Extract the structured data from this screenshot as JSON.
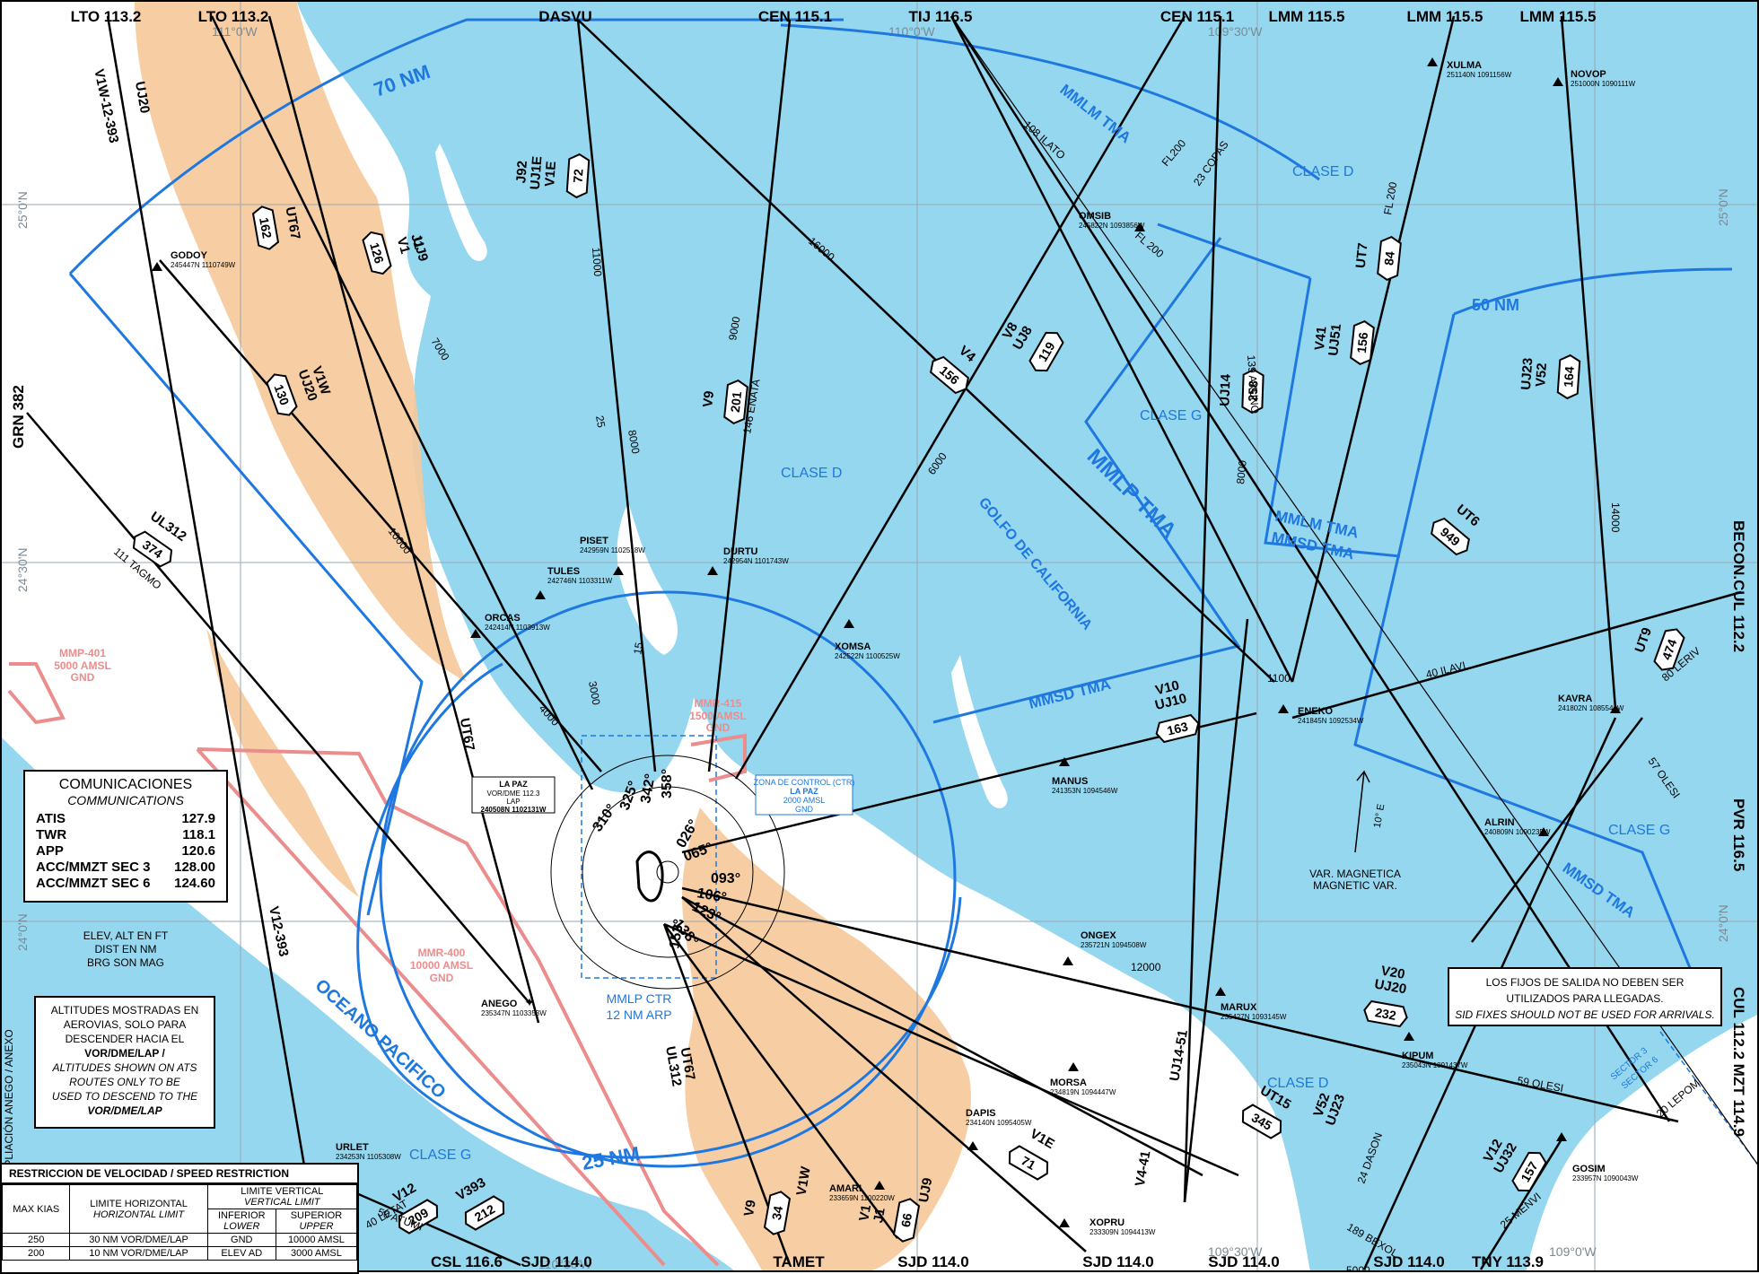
{
  "colors": {
    "water": "#95d7ef",
    "land": "#ffffff",
    "terrain": "#f6c99a",
    "tma": "#1e78e0",
    "airway": "#000000",
    "restricted": "#ec8d8d"
  },
  "navaids_top": [
    "LTO 113.2",
    "LTO 113.2",
    "DASVU",
    "CEN 115.1",
    "TIJ 116.5",
    "CEN 115.1",
    "LMM 115.5",
    "LMM 115.5",
    "LMM 115.5"
  ],
  "navaids_bottom": [
    "CSL 116.6",
    "SJD 114.0",
    "TAMET",
    "SJD 114.0",
    "SJD 114.0",
    "SJD 114.0",
    "SJD 114.0",
    "TNY 113.9"
  ],
  "navaids_right": [
    "BECON.CUL 112.2",
    "PVR 116.5",
    "CUL 112.2  MZT 114.9"
  ],
  "navaids_left": [
    "GRN 382"
  ],
  "coords": {
    "lon1": "111°0'W",
    "lon2": "110°0'W",
    "lon3": "109°30'W",
    "lon4": "110°30'W",
    "lon5": "109°30'W",
    "lon6": "109°0'W",
    "lat1": "25°0'N",
    "lat2": "24°30'N",
    "lat3": "24°0'N",
    "lat4": "25°0'N",
    "lat5": "24°0'N"
  },
  "rings": {
    "r70": "70 NM",
    "r50": "50 NM",
    "r25": "25 NM"
  },
  "airspace": {
    "clase_d": [
      "CLASE D",
      "CLASE D",
      "CLASE D"
    ],
    "clase_g": [
      "CLASE G",
      "CLASE G",
      "CLASE G"
    ],
    "tma": [
      "MMLM TMA",
      "MMLP TMA",
      "MMLM TMA",
      "MMSD TMA",
      "MMSD TMA",
      "MMSD TMA"
    ],
    "ctr": [
      "MMLP CTR",
      "12 NM ARP"
    ],
    "ctr_box": [
      "ZONA DE CONTROL (CTR)",
      "LA PAZ",
      "2000 AMSL",
      "GND"
    ]
  },
  "geo": {
    "gulf": "GOLFO DE CALIFORNIA",
    "ocean": "OCEANO PACIFICO",
    "var_es": "VAR. MAGNETICA",
    "var_en": "MAGNETIC VAR.",
    "var_value": "10° E"
  },
  "restricted": [
    {
      "name": "MMP-401",
      "top": "5000 AMSL",
      "bottom": "GND"
    },
    {
      "name": "MMR-415",
      "top": "1500 AMSL",
      "bottom": "GND"
    },
    {
      "name": "MMR-400",
      "top": "10000 AMSL",
      "bottom": "GND"
    }
  ],
  "vor": {
    "name": "LA PAZ",
    "freq": "VOR/DME 112.3",
    "ident": "LAP",
    "coord": "240508N 1102131W"
  },
  "fixes": [
    {
      "name": "GODOY",
      "coord": "245447N 1110749W"
    },
    {
      "name": "TULES",
      "coord": "242746N 1103311W"
    },
    {
      "name": "PISET",
      "coord": "242959N 1102518W"
    },
    {
      "name": "DURTU",
      "coord": "242954N 1101743W"
    },
    {
      "name": "ORCAS",
      "coord": "242414N 1103913W"
    },
    {
      "name": "XOMSA",
      "coord": "242522N 1100525W"
    },
    {
      "name": "OMSIB",
      "coord": "245822N 1093856W"
    },
    {
      "name": "XULMA",
      "coord": "251140N 1091156W"
    },
    {
      "name": "NOVOP",
      "coord": "251000N 1090111W"
    },
    {
      "name": "ENEKO",
      "coord": "241845N 1092534W"
    },
    {
      "name": "KAVRA",
      "coord": "241802N 1085544W"
    },
    {
      "name": "MANUS",
      "coord": "241353N 1094546W"
    },
    {
      "name": "ALRIN",
      "coord": "240809N 1090235W"
    },
    {
      "name": "ONGEX",
      "coord": "235721N 1094508W"
    },
    {
      "name": "MARUX",
      "coord": "235427N 1093145W"
    },
    {
      "name": "KIPUM",
      "coord": "235043N 1091437W"
    },
    {
      "name": "MORSA",
      "coord": "234819N 1094447W"
    },
    {
      "name": "DAPIS",
      "coord": "234140N 1095405W"
    },
    {
      "name": "ANEGO",
      "coord": "235347N 1103353W"
    },
    {
      "name": "URLET",
      "coord": "234253N 1105308W"
    },
    {
      "name": "AMARI",
      "coord": "233659N 1100220W"
    },
    {
      "name": "XOPRU",
      "coord": "233309N 1094413W"
    },
    {
      "name": "GOSIM",
      "coord": "233957N 1090043W"
    }
  ],
  "airway_badges": [
    {
      "names": [
        "V1W-12-393"
      ],
      "num": ""
    },
    {
      "names": [
        "UJ20"
      ],
      "num": ""
    },
    {
      "names": [
        "UT67"
      ],
      "num": "162"
    },
    {
      "names": [
        "V1",
        "J1"
      ],
      "num": "126"
    },
    {
      "names": [
        "UJ9"
      ],
      "num": ""
    },
    {
      "names": [
        "UJ20",
        "V1W"
      ],
      "num": "130"
    },
    {
      "names": [
        "V1E",
        "UJ1E",
        "J92"
      ],
      "num": "72"
    },
    {
      "names": [
        "V9"
      ],
      "num": "201"
    },
    {
      "names": [
        "V4"
      ],
      "num": "156"
    },
    {
      "names": [
        "UJ8",
        "V8"
      ],
      "num": "119"
    },
    {
      "names": [
        "UJ14"
      ],
      "num": "258"
    },
    {
      "names": [
        "UT7"
      ],
      "num": "84"
    },
    {
      "names": [
        "UJ51",
        "V41"
      ],
      "num": "156"
    },
    {
      "names": [
        "V52",
        "UJ23"
      ],
      "num": "164"
    },
    {
      "names": [
        "UT6"
      ],
      "num": "949"
    },
    {
      "names": [
        "UT9"
      ],
      "num": "474"
    },
    {
      "names": [
        "UL312"
      ],
      "num": "374"
    },
    {
      "names": [
        "UJ10",
        "V10"
      ],
      "num": "163"
    },
    {
      "names": [
        "UJ20",
        "V20"
      ],
      "num": "232"
    },
    {
      "names": [
        "UJ14-51"
      ],
      "num": ""
    },
    {
      "names": [
        "V4-41"
      ],
      "num": ""
    },
    {
      "names": [
        "UT15"
      ],
      "num": "345"
    },
    {
      "names": [
        "UJ23",
        "V52"
      ],
      "num": ""
    },
    {
      "names": [
        "UJ32",
        "V12"
      ],
      "num": "157"
    },
    {
      "names": [
        "V12"
      ],
      "num": "209"
    },
    {
      "names": [
        "V393"
      ],
      "num": "212"
    },
    {
      "names": [
        "V1W"
      ],
      "num": ""
    },
    {
      "names": [
        "V9"
      ],
      "num": "34"
    },
    {
      "names": [
        "J1",
        "V1"
      ],
      "num": "66"
    },
    {
      "names": [
        "UJ9"
      ],
      "num": ""
    },
    {
      "names": [
        "V1E"
      ],
      "num": "71"
    },
    {
      "names": [
        "UL312",
        "UT67"
      ],
      "num": ""
    },
    {
      "names": [
        "V12-393"
      ],
      "num": ""
    },
    {
      "names": [
        "UT67"
      ],
      "num": ""
    }
  ],
  "segment_labels": [
    "16000",
    "9000",
    "6000",
    "8000",
    "25",
    "11000",
    "7000",
    "10000",
    "4000",
    "15",
    "3000",
    "5000",
    "12000",
    "14000",
    "1100",
    "8000",
    "FL200",
    "FL 200",
    "FL 200",
    "23 COPAS",
    "108 ILATO",
    "139 AXUNO",
    "146 ENATA",
    "40 ILAVI",
    "80 LERIV",
    "57 OLESI",
    "59 OLESI",
    "20 LEPOM",
    "24 DASON",
    "189 BEXOL",
    "25 MENVI",
    "111 TAGMO",
    "50 ATUMI",
    "40 LETAT"
  ],
  "bearings": [
    "325°",
    "342°",
    "358°",
    "310°",
    "026°",
    "065°",
    "093°",
    "106°",
    "123°",
    "138°",
    "153°"
  ],
  "communications": {
    "title": "COMUNICACIONES",
    "subtitle": "COMMUNICATIONS",
    "rows": [
      {
        "label": "ATIS",
        "freq": "127.9"
      },
      {
        "label": "TWR",
        "freq": "118.1"
      },
      {
        "label": "APP",
        "freq": "120.6"
      },
      {
        "label": "ACC/MMZT SEC 3",
        "freq": "128.00"
      },
      {
        "label": "ACC/MMZT SEC 6",
        "freq": "124.60"
      }
    ]
  },
  "elev_note": [
    "ELEV, ALT EN FT",
    "DIST EN NM",
    "BRG SON MAG"
  ],
  "alt_note": [
    "ALTITUDES MOSTRADAS EN",
    "AEROVIAS, SOLO PARA",
    "DESCENDER HACIA EL",
    "VOR/DME/LAP /",
    "ALTITUDES SHOWN ON ATS",
    "ROUTES ONLY TO BE",
    "USED TO DESCEND TO THE",
    "VOR/DME/LAP"
  ],
  "sid_note": [
    "LOS FIJOS DE SALIDA NO DEBEN SER",
    "UTILIZADOS PARA LLEGADAS.",
    "SID FIXES SHOULD NOT BE USED FOR ARRIVALS."
  ],
  "speed_table": {
    "title": "RESTRICCION DE VELOCIDAD / SPEED RESTRICTION",
    "headers": [
      "MAX KIAS",
      "LIMITE HORIZONTAL",
      "HORIZONTAL LIMIT",
      "LIMITE VERTICAL",
      "VERTICAL LIMIT",
      "INFERIOR",
      "LOWER",
      "SUPERIOR",
      "UPPER"
    ],
    "rows": [
      {
        "kias": "250",
        "horiz": "30 NM VOR/DME/LAP",
        "lower": "GND",
        "upper": "10000 AMSL"
      },
      {
        "kias": "200",
        "horiz": "10 NM VOR/DME/LAP",
        "lower": "ELEV AD",
        "upper": "3000 AMSL"
      }
    ]
  },
  "sector_labels": [
    "SECTOR 3",
    "SECTOR 6"
  ],
  "side_note": "CAMBIOS: AMPLIACIÓN ANEGO / ANEXO"
}
